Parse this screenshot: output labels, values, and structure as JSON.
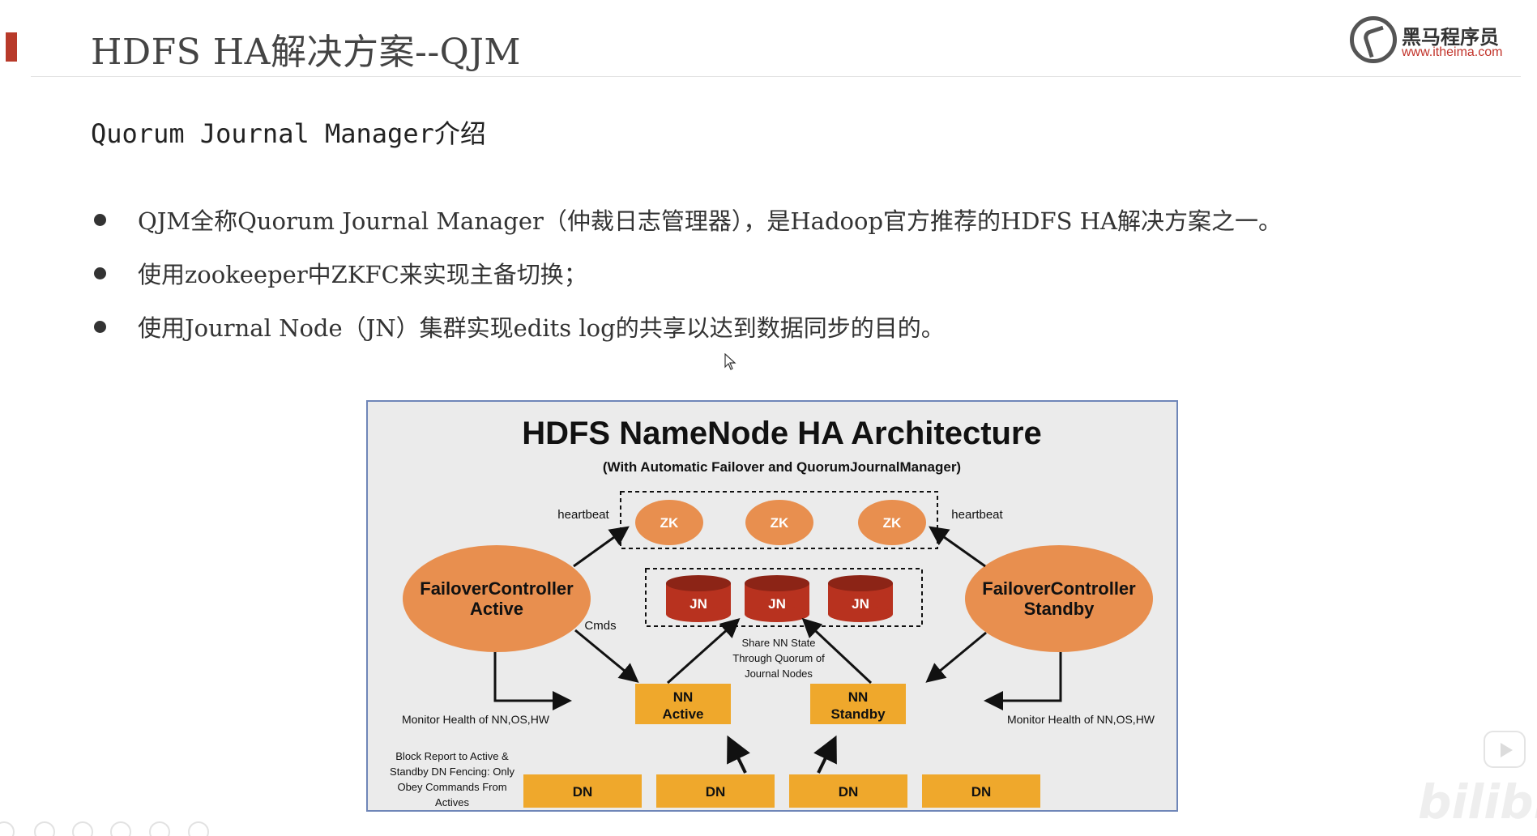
{
  "slide": {
    "title": "HDFS HA解决方案--QJM",
    "subtitle": "Quorum Journal Manager介绍",
    "bullets": [
      "QJM全称Quorum Journal Manager（仲裁日志管理器），是Hadoop官方推荐的HDFS HA解决方案之一。",
      "使用zookeeper中ZKFC来实现主备切换；",
      "使用Journal Node（JN）集群实现edits log的共享以达到数据同步的目的。"
    ]
  },
  "logo": {
    "name": "黑马程序员",
    "url": "www.itheima.com"
  },
  "diagram": {
    "title": "HDFS NameNode HA Architecture",
    "subtitle": "(With Automatic Failover and QuorumJournalManager)",
    "zk_label": "ZK",
    "jn_label": "JN",
    "heartbeat_left": "heartbeat",
    "heartbeat_right": "heartbeat",
    "fc_active": [
      "FailoverController",
      "Active"
    ],
    "fc_standby": [
      "FailoverController",
      "Standby"
    ],
    "cmds": "Cmds",
    "share_state": [
      "Share NN State",
      "Through Quorum of",
      "Journal Nodes"
    ],
    "nn_active": [
      "NN",
      "Active"
    ],
    "nn_standby": [
      "NN",
      "Standby"
    ],
    "monitor_left": "Monitor Health of NN,OS,HW",
    "monitor_right": "Monitor Health of NN,OS,HW",
    "block_report": [
      "Block Report to Active &",
      "Standby DN Fencing: Only",
      "Obey Commands From",
      "Actives"
    ],
    "dn_label": "DN",
    "colors": {
      "orange": "#e88f4f",
      "jn_red": "#b8321f",
      "nn_gold": "#efa82c",
      "background": "#ebebeb",
      "border": "#6f86b8"
    }
  },
  "player": {
    "watermark": "bilibili",
    "icons": [
      "play-icon",
      "prev-icon",
      "next-icon",
      "pen-icon",
      "slides-icon",
      "zoom-icon",
      "more-icon"
    ]
  }
}
